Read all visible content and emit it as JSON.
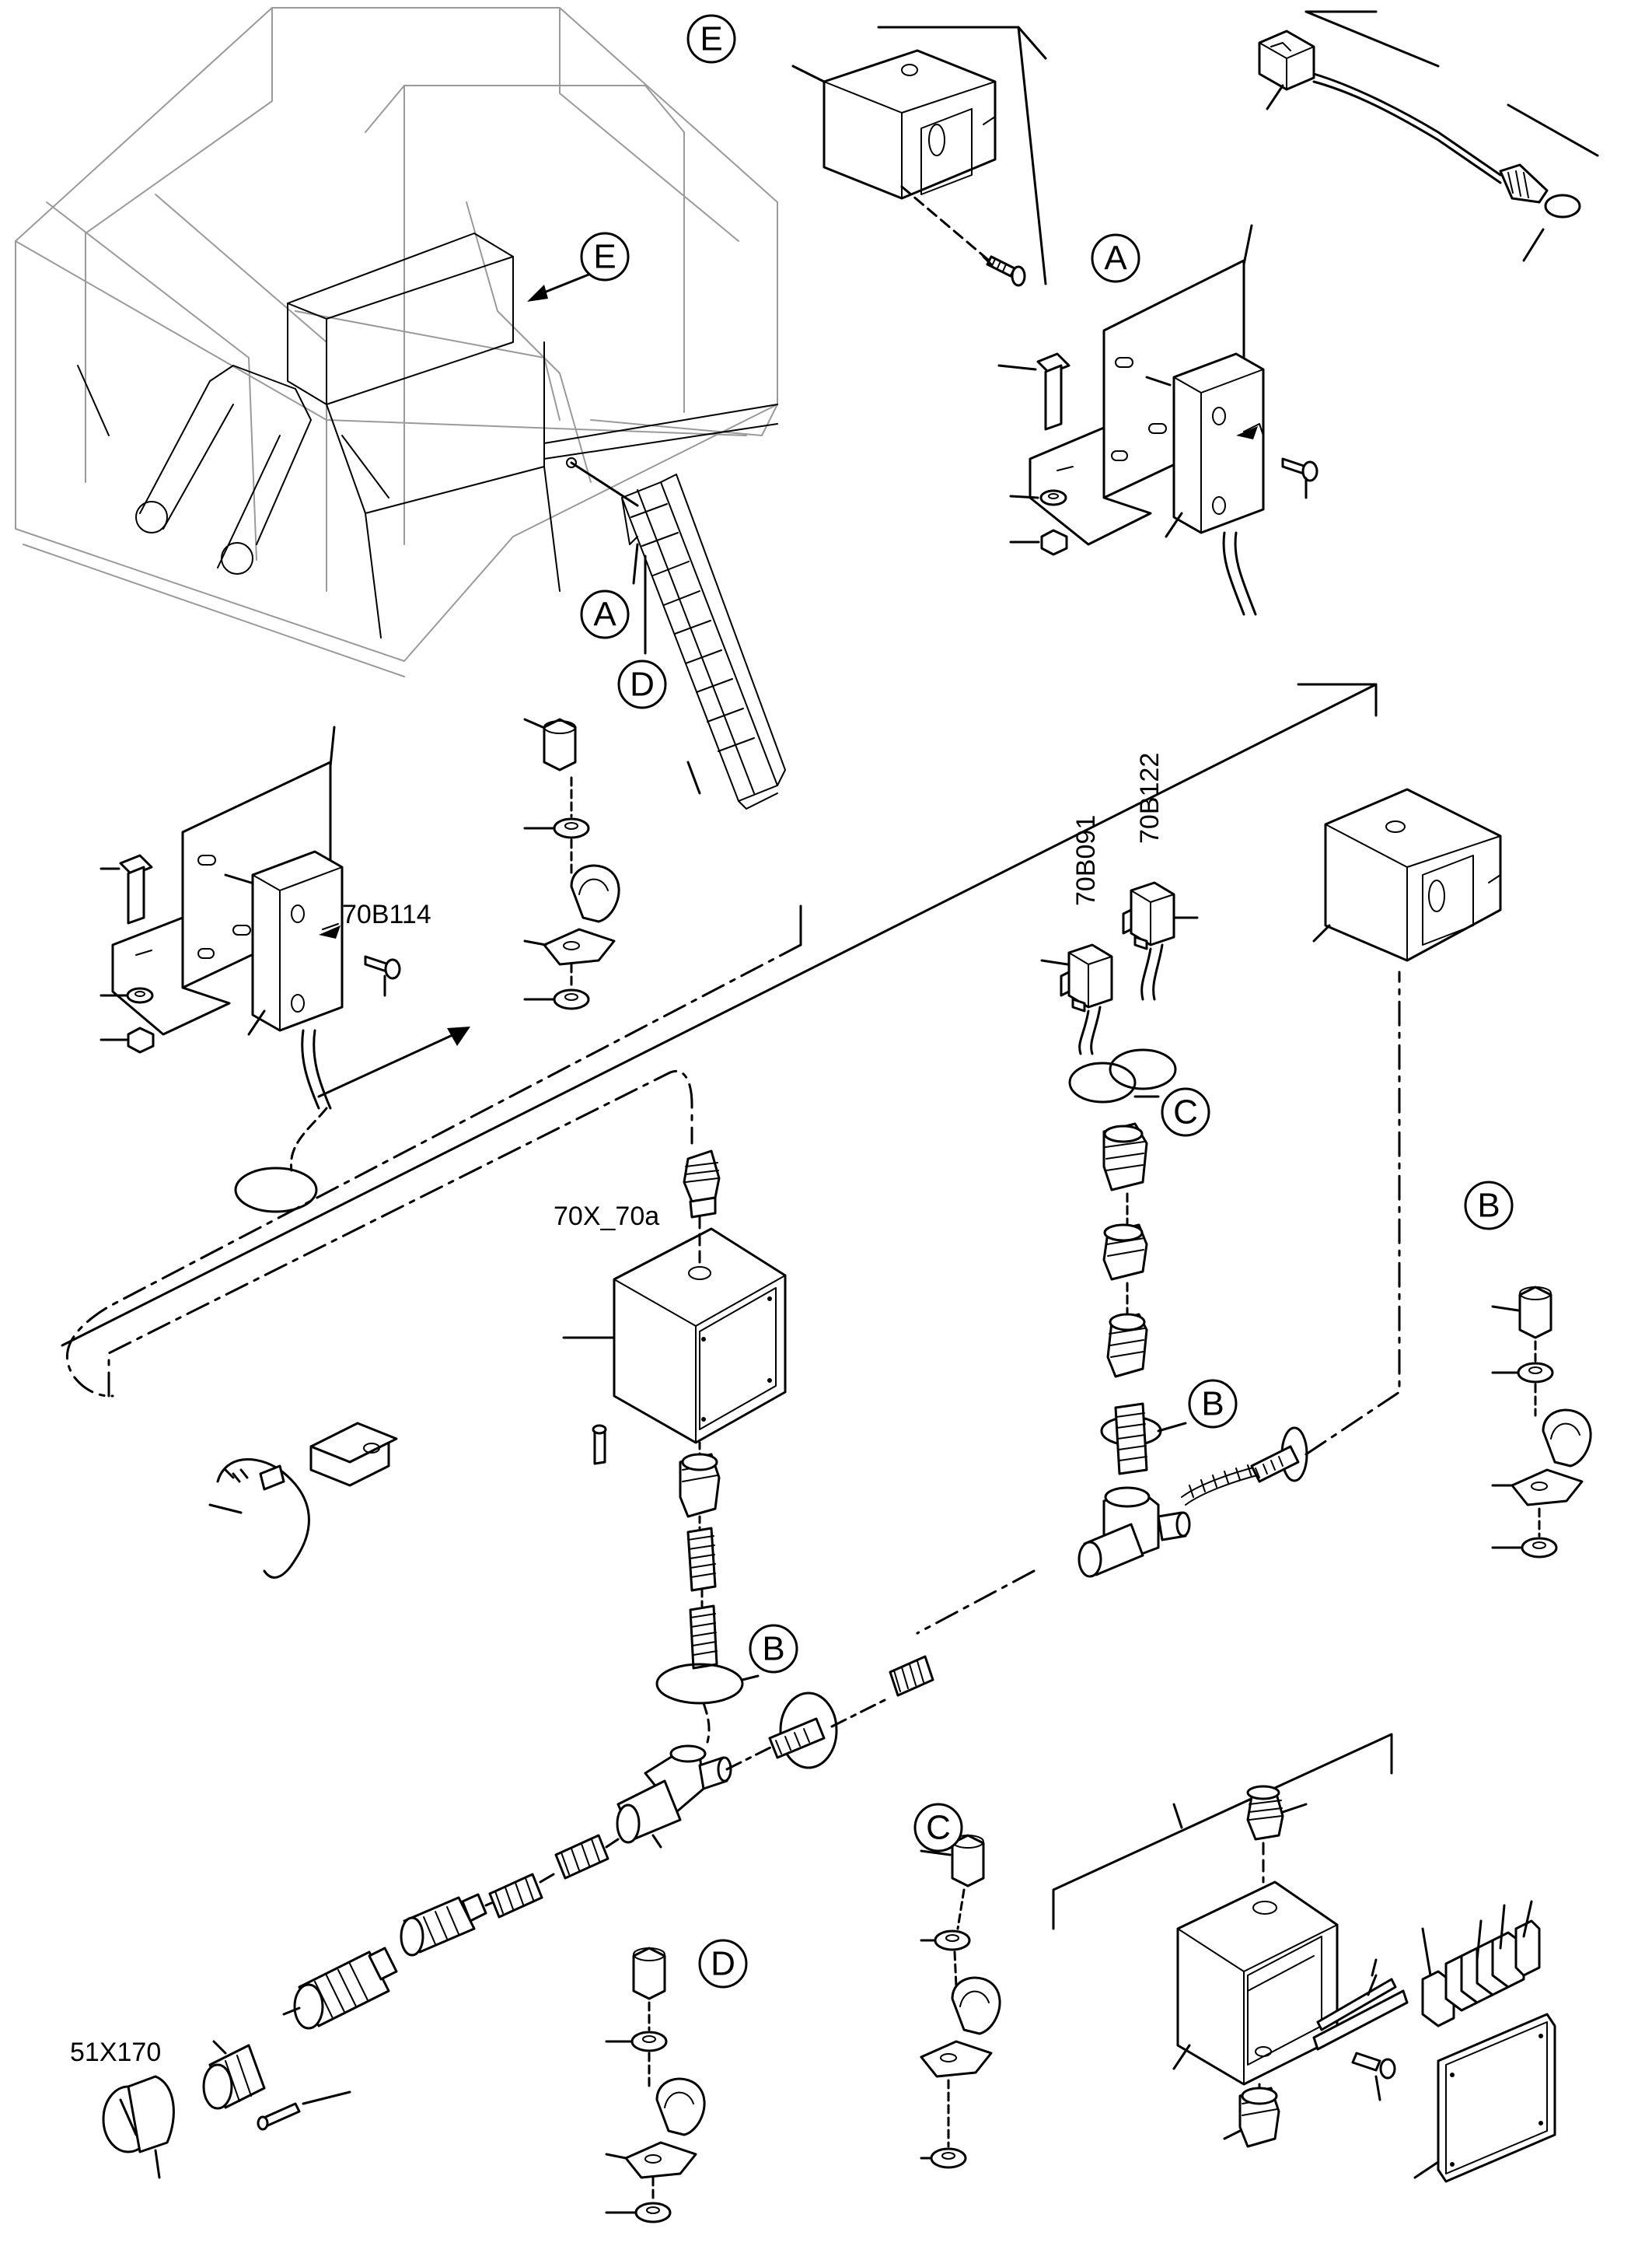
{
  "callouts": {
    "e_top": "E",
    "e_arrow": "E",
    "a_right": "A",
    "a_machine": "A",
    "d_machine": "D",
    "b_right": "B",
    "b_tee_right": "B",
    "b_tee_left": "B",
    "c_connectors": "C",
    "c_bottom": "C",
    "d_bottom": "D"
  },
  "labels": {
    "sensor": "70B114",
    "conn1": "70B091",
    "conn2": "70B122",
    "junction_box": "70X_70a",
    "plug": "51X170"
  }
}
